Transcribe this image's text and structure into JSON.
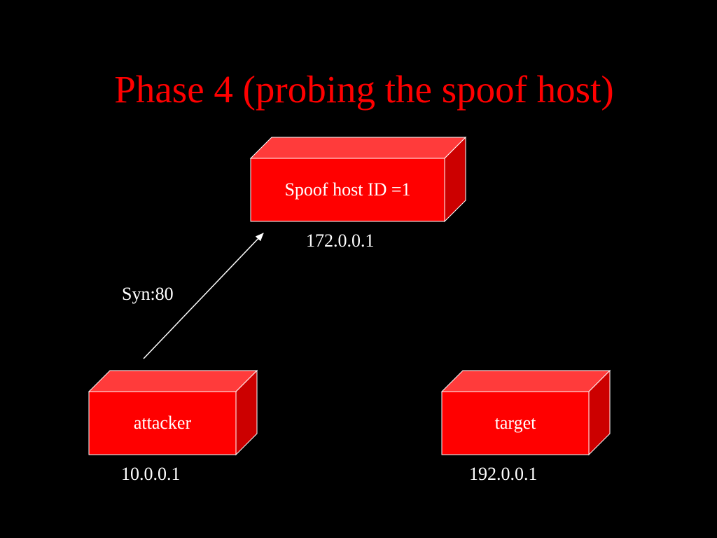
{
  "slide": {
    "title": "Phase 4 (probing the spoof host)",
    "title_color": "#ff0000"
  },
  "colors": {
    "box_front": "#ff0000",
    "box_top": "#ff3b3b",
    "box_side": "#cc0000",
    "box_edge": "#ffffff",
    "text": "#ffffff",
    "arrow": "#ffffff"
  },
  "nodes": {
    "spoof_host": {
      "label": "Spoof host ID =1",
      "address": "172.0.0.1"
    },
    "attacker": {
      "label": "attacker",
      "address": "10.0.0.1"
    },
    "target": {
      "label": "target",
      "address": "192.0.0.1"
    }
  },
  "edges": [
    {
      "from": "attacker",
      "to": "spoof_host",
      "label": "Syn:80"
    }
  ]
}
